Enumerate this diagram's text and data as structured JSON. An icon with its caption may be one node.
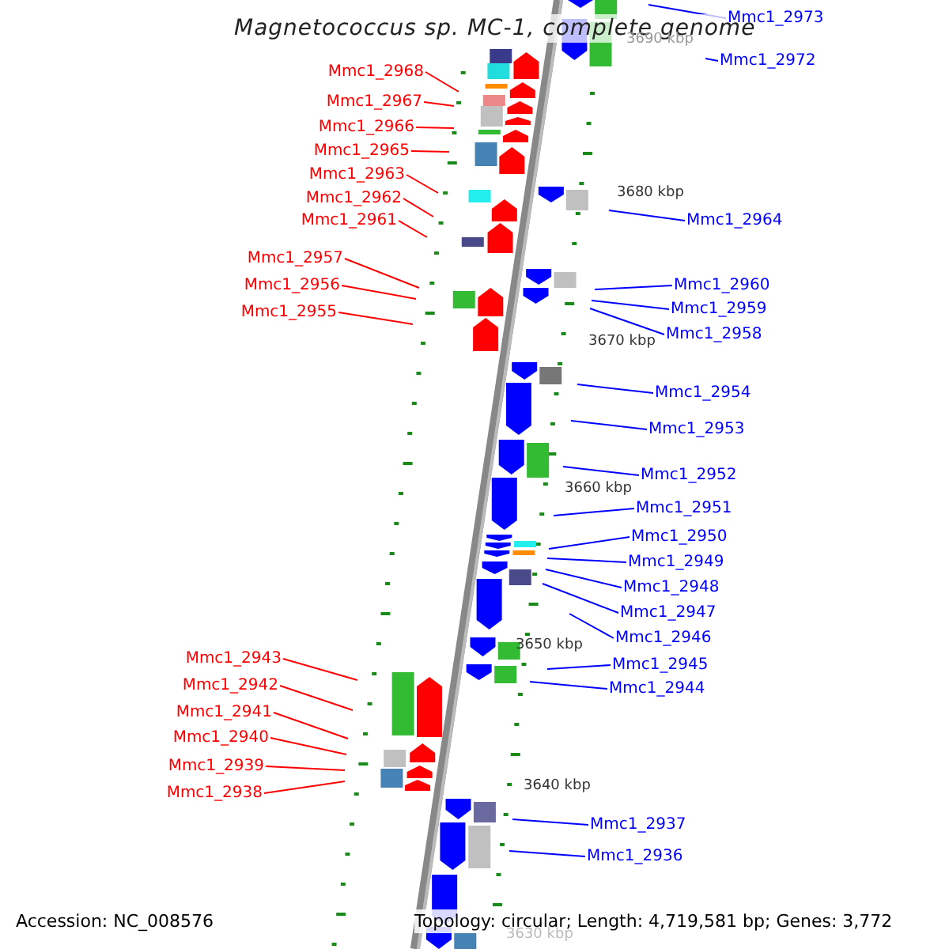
{
  "diagram": {
    "title": "Magnetococcus sp. MC-1, complete genome",
    "nodes": [
      {
        "text": [
          "Mmc1_2973"
        ]
      },
      {
        "text": [
          "Mmc1_2972"
        ]
      },
      {
        "text": [
          "Mmc1_2968"
        ]
      },
      {
        "text": [
          "Mmc1_2967"
        ]
      },
      {
        "text": [
          "Mmc1_2966"
        ]
      },
      {
        "text": [
          "Mmc1_2965"
        ]
      },
      {
        "text": [
          "Mmc1_2963"
        ]
      },
      {
        "text": [
          "Mmc1_2962"
        ]
      },
      {
        "text": [
          "Mmc1_2961"
        ]
      },
      {
        "text": [
          "Mmc1_2964"
        ]
      },
      {
        "text": [
          "Mmc1_2957"
        ]
      },
      {
        "text": [
          "Mmc1_2956"
        ]
      },
      {
        "text": [
          "Mmc1_2960"
        ]
      },
      {
        "text": [
          "Mmc1_2959"
        ]
      },
      {
        "text": [
          "Mmc1_2955"
        ]
      },
      {
        "text": [
          "Mmc1_2958"
        ]
      },
      {
        "text": [
          "Mmc1_2954"
        ]
      },
      {
        "text": [
          "Mmc1_2953"
        ]
      },
      {
        "text": [
          "Mmc1_2952"
        ]
      },
      {
        "text": [
          "Mmc1_2951"
        ]
      },
      {
        "text": [
          "Mmc1_2950"
        ]
      },
      {
        "text": [
          "Mmc1_2949"
        ]
      },
      {
        "text": [
          "Mmc1_2948"
        ]
      },
      {
        "text": [
          "Mmc1_2947"
        ]
      },
      {
        "text": [
          "Mmc1_2946"
        ]
      },
      {
        "text": [
          "Mmc1_2943"
        ]
      },
      {
        "text": [
          "Mmc1_2945"
        ]
      },
      {
        "text": [
          "Mmc1_2942"
        ]
      },
      {
        "text": [
          "Mmc1_2944"
        ]
      },
      {
        "text": [
          "Mmc1_2941"
        ]
      },
      {
        "text": [
          "Mmc1_2940"
        ]
      },
      {
        "text": [
          "Mmc1_2939"
        ]
      },
      {
        "text": [
          "Mmc1_2938"
        ]
      },
      {
        "text": [
          "Mmc1_2937"
        ]
      },
      {
        "text": [
          "Mmc1_2936"
        ]
      }
    ],
    "edges": [
      {
        "from": 0,
        "to": null,
        "arrow": "none"
      },
      {
        "from": 1,
        "to": null,
        "arrow": "none"
      },
      {
        "from": 2,
        "to": null,
        "arrow": "none",
        "color": "#ff0000"
      },
      {
        "from": 3,
        "to": null,
        "arrow": "none",
        "color": "#ff0000"
      },
      {
        "from": 4,
        "to": null,
        "arrow": "none",
        "color": "#ff0000"
      },
      {
        "from": 5,
        "to": null,
        "arrow": "none",
        "color": "#ff0000"
      },
      {
        "from": 6,
        "to": null,
        "arrow": "none",
        "color": "#ff0000"
      },
      {
        "from": 7,
        "to": null,
        "arrow": "none",
        "color": "#ff0000"
      },
      {
        "from": 8,
        "to": null,
        "arrow": "none",
        "color": "#ff0000"
      },
      {
        "from": 9,
        "to": null,
        "arrow": "none"
      },
      {
        "from": 10,
        "to": null,
        "arrow": "none",
        "color": "#ff0000"
      },
      {
        "from": 11,
        "to": null,
        "arrow": "none",
        "color": "#ff0000"
      },
      {
        "from": 12,
        "to": null,
        "arrow": "none"
      },
      {
        "from": 13,
        "to": null,
        "arrow": "none"
      },
      {
        "from": 14,
        "to": null,
        "arrow": "none",
        "color": "#ff0000"
      },
      {
        "from": 15,
        "to": null,
        "arrow": "none"
      },
      {
        "from": 16,
        "to": null,
        "arrow": "none"
      },
      {
        "from": 17,
        "to": null,
        "arrow": "none"
      },
      {
        "from": 18,
        "to": null,
        "arrow": "none"
      },
      {
        "from": 19,
        "to": null,
        "arrow": "none"
      },
      {
        "from": 20,
        "to": null,
        "arrow": "none"
      },
      {
        "from": 21,
        "to": null,
        "arrow": "none"
      },
      {
        "from": 22,
        "to": null,
        "arrow": "none"
      },
      {
        "from": 23,
        "to": null,
        "arrow": "none"
      },
      {
        "from": 24,
        "to": null,
        "arrow": "none"
      },
      {
        "from": 25,
        "to": null,
        "arrow": "none",
        "color": "#ff0000"
      },
      {
        "from": 26,
        "to": null,
        "arrow": "none"
      },
      {
        "from": 27,
        "to": null,
        "arrow": "none",
        "color": "#ff0000"
      },
      {
        "from": 28,
        "to": null,
        "arrow": "none"
      },
      {
        "from": 29,
        "to": null,
        "arrow": "none",
        "color": "#ff0000"
      },
      {
        "from": 30,
        "to": null,
        "arrow": "none",
        "color": "#ff0000"
      },
      {
        "from": 31,
        "to": null,
        "arrow": "none",
        "color": "#ff0000"
      },
      {
        "from": 32,
        "to": null,
        "arrow": "none",
        "color": "#ff0000"
      },
      {
        "from": 33,
        "to": null,
        "arrow": "none"
      },
      {
        "from": 34,
        "to": null,
        "arrow": "none"
      }
    ],
    "labels": [
      "3690 kbp",
      "3680 kbp",
      "3670 kbp",
      "3660 kbp",
      "3650 kbp",
      "3640 kbp",
      "Accession: NC_008576",
      "Topology: circular; Length: 4,719,581 bp; Genes: 3,772",
      "3630 kbp"
    ]
  }
}
